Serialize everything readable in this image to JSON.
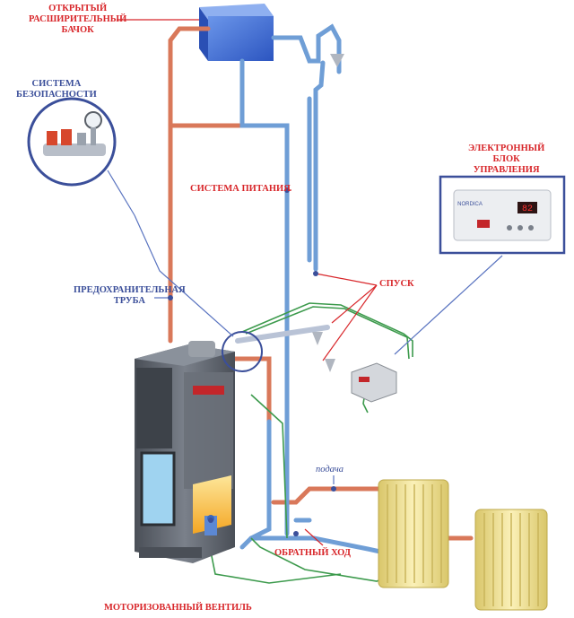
{
  "labels": {
    "tank": [
      "ОТКРЫТЫЙ",
      "РАСШИРИТЕЛЬНЫЙ",
      "БАЧОК"
    ],
    "safety": [
      "СИСТЕМА",
      "БЕЗОПАСНОСТИ"
    ],
    "feed_system": "СИСТЕМА ПИТАНИЯ",
    "control_unit": [
      "ЭЛЕКТРОННЫЙ",
      "БЛОК",
      "УПРАВЛЕНИЯ"
    ],
    "drain": "СПУСК",
    "safety_pipe": [
      "ПРЕДОХРАНИТЕЛЬНАЯ",
      "ТРУБА"
    ],
    "supply": "подача",
    "return_line": "ОБРАТНЫЙ ХОД",
    "motor_valve": "МОТОРИЗОВАННЫЙ ВЕНТИЛЬ"
  },
  "control_panel": {
    "brand": "NORDICA",
    "display": "82"
  },
  "colors": {
    "label_red": "#d8262a",
    "label_blue": "#3b4f9a",
    "pipe_hot": "#d9785a",
    "pipe_cold": "#6f9ed6",
    "wire_green": "#3c9a4c",
    "tank_blue": "#3a6fd8",
    "radiator_yellow": "#f1e39a",
    "stove_grey": "#5a6068",
    "leader_blue": "#5a74c0"
  }
}
